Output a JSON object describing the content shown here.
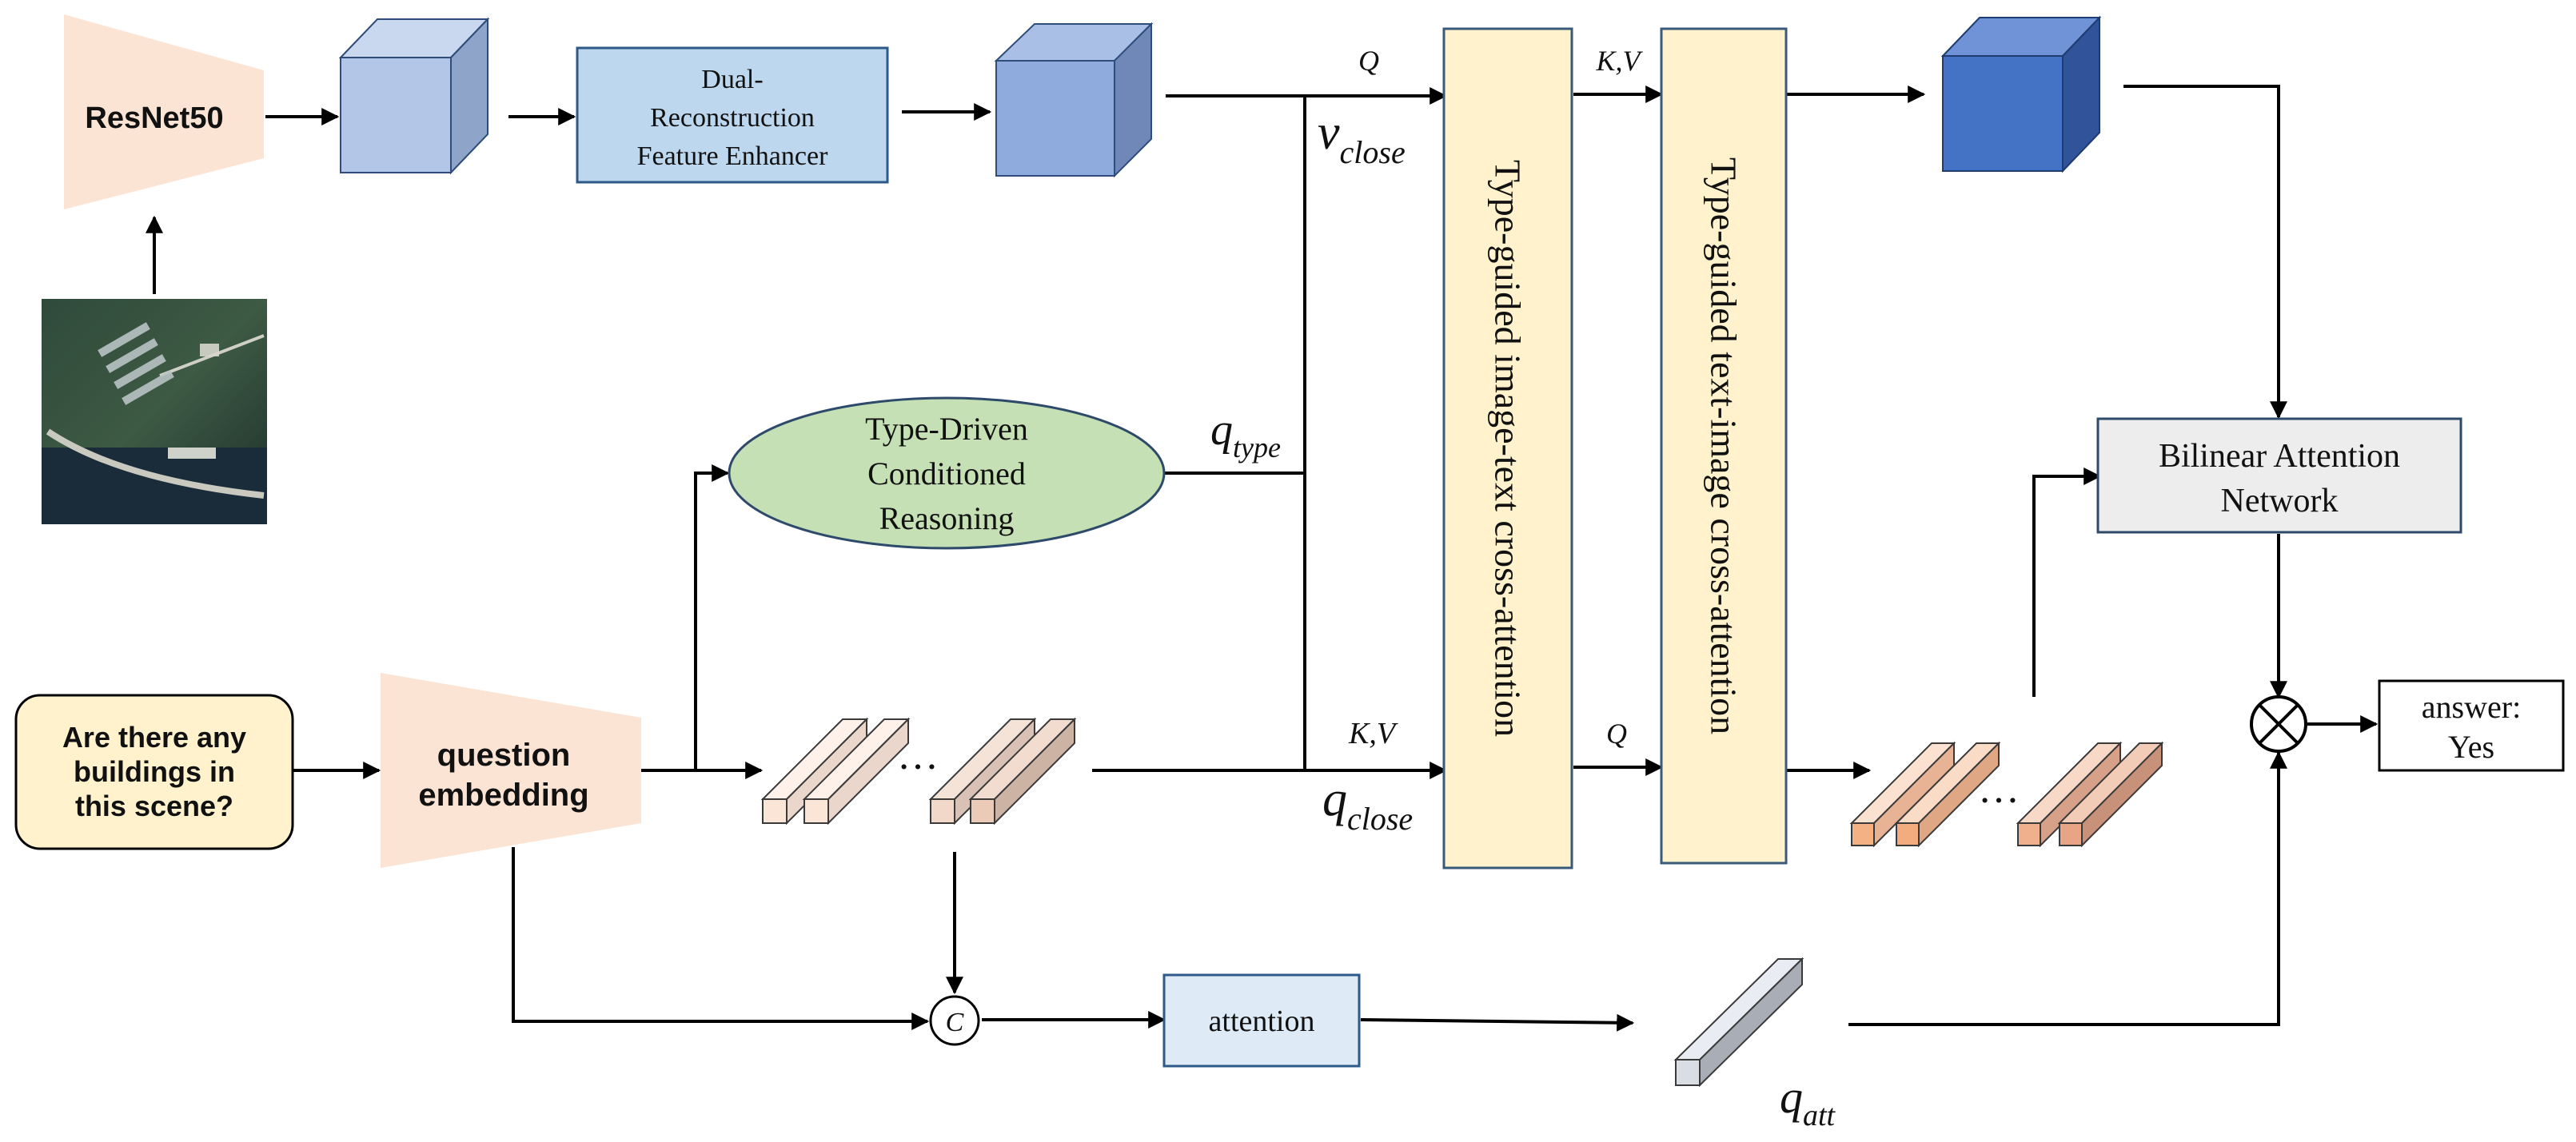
{
  "resnet": {
    "label": "ResNet50"
  },
  "enhancer": {
    "lines": [
      "Dual-",
      "Reconstruction",
      "Feature Enhancer"
    ]
  },
  "question": {
    "lines": [
      "Are there any",
      "buildings in",
      "this scene?"
    ]
  },
  "qembed": {
    "lines": [
      "question",
      "embedding"
    ]
  },
  "reasoning": {
    "lines": [
      "Type-Driven",
      "Conditioned",
      "Reasoning"
    ]
  },
  "cross1": {
    "label": "Type-guided image-text cross-attention"
  },
  "cross2": {
    "label": "Type-guided text-image cross-attention"
  },
  "ban": {
    "lines": [
      "Bilinear Attention",
      "Network"
    ]
  },
  "answer": {
    "lines": [
      "answer:",
      "Yes"
    ]
  },
  "attention": {
    "label": "attention"
  },
  "concat": {
    "label": "C"
  },
  "ellipsis": "…",
  "labels": {
    "Q": "Q",
    "KV": "K,V",
    "v": "v",
    "close": "close",
    "q": "q",
    "type": "type",
    "att": "att"
  },
  "colors": {
    "peach": "#fce4d4",
    "cube_light": "#b3c6e7",
    "cube_mid": "#8faadc",
    "cube_dark": "#4472c4",
    "enhancer_fill": "#bdd7ee",
    "ellipse_fill": "#c5e0b4",
    "cross_fill": "#fff2cc",
    "question_fill": "#fff2cc",
    "attention_fill": "#deebf7",
    "ban_fill": "#ededed",
    "bar_light": "#fbe5d6",
    "bar_dark": "#f4b183",
    "stroke": "#000000"
  }
}
